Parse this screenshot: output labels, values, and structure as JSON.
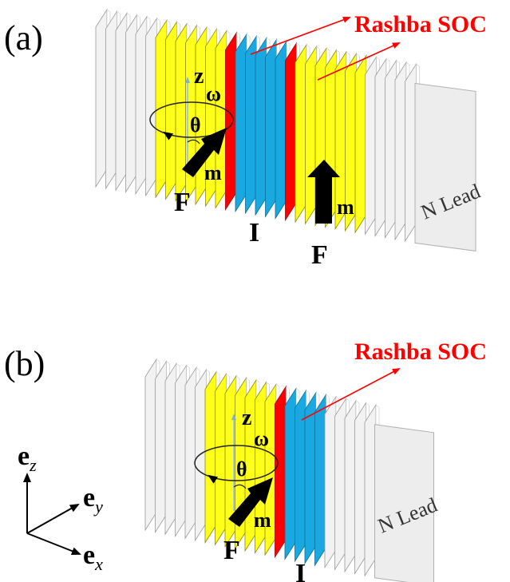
{
  "panel_a": {
    "label": "(a)",
    "soc_label": "Rashba SOC",
    "lead_label": "N Lead",
    "left_layer_label": "F",
    "middle_layer_label": "I",
    "right_layer_label": "F",
    "z_label": "z",
    "omega_label": "ω",
    "theta_label": "θ",
    "m_left_label": "m",
    "m_right_label": "m"
  },
  "panel_b": {
    "label": "(b)",
    "soc_label": "Rashba SOC",
    "lead_label": "N Lead",
    "left_layer_label": "F",
    "middle_layer_label": "I",
    "z_label": "z",
    "omega_label": "ω",
    "theta_label": "θ",
    "m_label": "m"
  },
  "axes": {
    "ez_base": "e",
    "ez_sub": "z",
    "ey_base": "e",
    "ey_sub": "y",
    "ex_base": "e",
    "ex_sub": "x"
  },
  "colors": {
    "normal_metal": "#f2f2f2",
    "ferromagnet": "#ffff1a",
    "insulator": "#1aa8e0",
    "rashba_interface": "#ff0000",
    "arrow": "#000000"
  }
}
